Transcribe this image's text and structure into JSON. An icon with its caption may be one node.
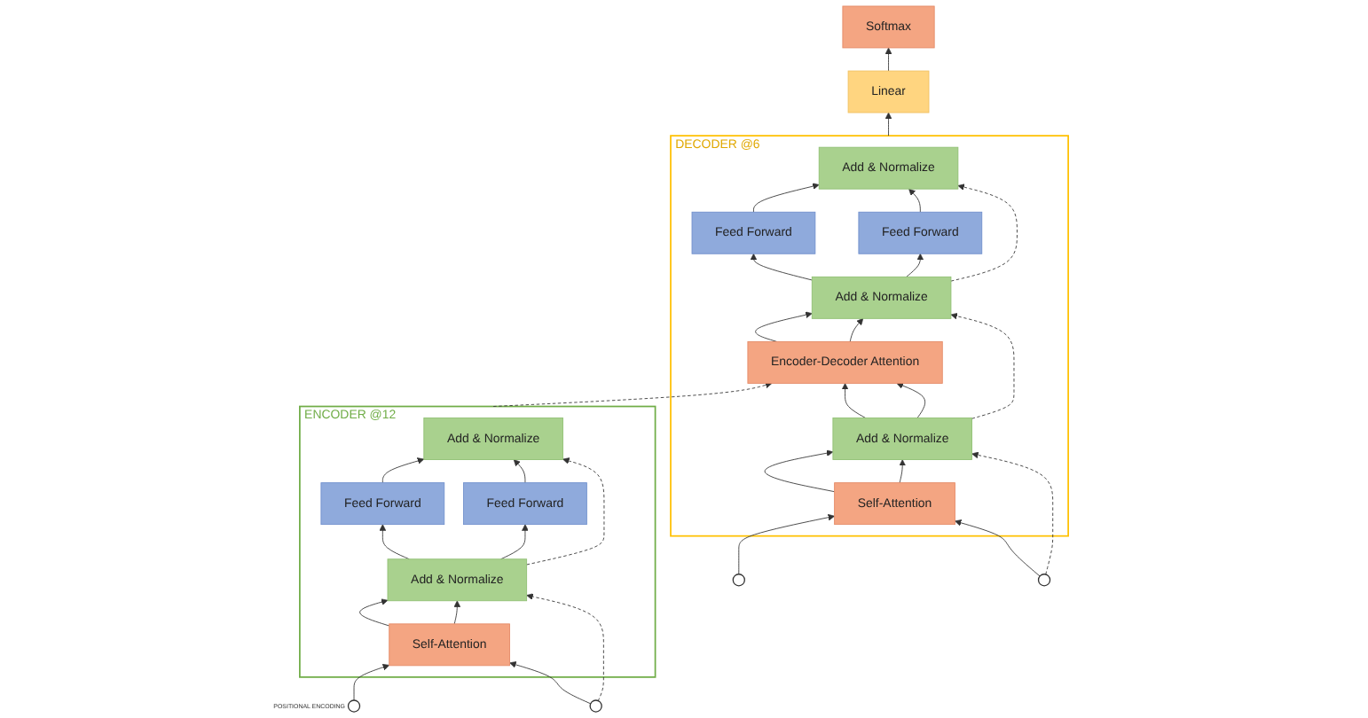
{
  "diagram": {
    "nodes": [
      {
        "text": [
          "ENCODER @12"
        ]
      },
      {
        "text": [
          "Add & Normalize"
        ],
        "in": 0
      },
      {
        "text": [
          "Feed Forward"
        ],
        "in": 0
      },
      {
        "text": [
          "Feed Forward"
        ],
        "in": 0
      },
      {
        "text": [
          "Add & Normalize"
        ],
        "in": 0
      },
      {
        "text": [
          "Self-Attention"
        ],
        "in": 0
      },
      {
        "text": [],
        "shape": "circle",
        "beside": [
          "POSITIONAL ENCODING"
        ]
      },
      {
        "text": [],
        "shape": "circle"
      },
      {
        "text": [
          "DECODER @6"
        ]
      },
      {
        "text": [
          "Add & Normalize"
        ],
        "in": 8
      },
      {
        "text": [
          "Feed Forward"
        ],
        "in": 8
      },
      {
        "text": [
          "Feed Forward"
        ],
        "in": 8
      },
      {
        "text": [
          "Add & Normalize"
        ],
        "in": 8
      },
      {
        "text": [
          "Encoder-Decoder Attention"
        ],
        "in": 8
      },
      {
        "text": [
          "Add & Normalize"
        ],
        "in": 8
      },
      {
        "text": [
          "Self-Attention"
        ],
        "in": 8
      },
      {
        "text": [],
        "shape": "circle"
      },
      {
        "text": [],
        "shape": "circle"
      },
      {
        "text": [
          "Linear"
        ]
      },
      {
        "text": [
          "Softmax"
        ]
      }
    ],
    "edges": [
      {
        "from": 6,
        "to": 5,
        "arrow": "to"
      },
      {
        "from": 7,
        "to": 5,
        "arrow": "to"
      },
      {
        "from": 7,
        "to": 4,
        "arrow": "to",
        "style": "dashed"
      },
      {
        "from": 5,
        "to": 4,
        "arrow": "to"
      },
      {
        "from": 5,
        "to": 4,
        "arrow": "to"
      },
      {
        "from": 4,
        "to": 2,
        "arrow": "to"
      },
      {
        "from": 4,
        "to": 3,
        "arrow": "to"
      },
      {
        "from": 4,
        "to": 1,
        "arrow": "to",
        "style": "dashed"
      },
      {
        "from": 2,
        "to": 1,
        "arrow": "to"
      },
      {
        "from": 3,
        "to": 1,
        "arrow": "to"
      },
      {
        "from": 0,
        "to": 13,
        "arrow": "to",
        "style": "dashed"
      },
      {
        "from": 16,
        "to": 15,
        "arrow": "to"
      },
      {
        "from": 17,
        "to": 15,
        "arrow": "to"
      },
      {
        "from": 17,
        "to": 14,
        "arrow": "to",
        "style": "dashed"
      },
      {
        "from": 15,
        "to": 14,
        "arrow": "to"
      },
      {
        "from": 15,
        "to": 14,
        "arrow": "to"
      },
      {
        "from": 14,
        "to": 13,
        "arrow": "to"
      },
      {
        "from": 14,
        "to": 13,
        "arrow": "to"
      },
      {
        "from": 14,
        "to": 12,
        "arrow": "to",
        "style": "dashed"
      },
      {
        "from": 13,
        "to": 12,
        "arrow": "to"
      },
      {
        "from": 13,
        "to": 12,
        "arrow": "to"
      },
      {
        "from": 12,
        "to": 10,
        "arrow": "to"
      },
      {
        "from": 12,
        "to": 11,
        "arrow": "to"
      },
      {
        "from": 12,
        "to": 9,
        "arrow": "to",
        "style": "dashed"
      },
      {
        "from": 10,
        "to": 9,
        "arrow": "to"
      },
      {
        "from": 11,
        "to": 9,
        "arrow": "to"
      },
      {
        "from": 8,
        "to": 18,
        "arrow": "to"
      },
      {
        "from": 18,
        "to": 19,
        "arrow": "to"
      }
    ]
  }
}
